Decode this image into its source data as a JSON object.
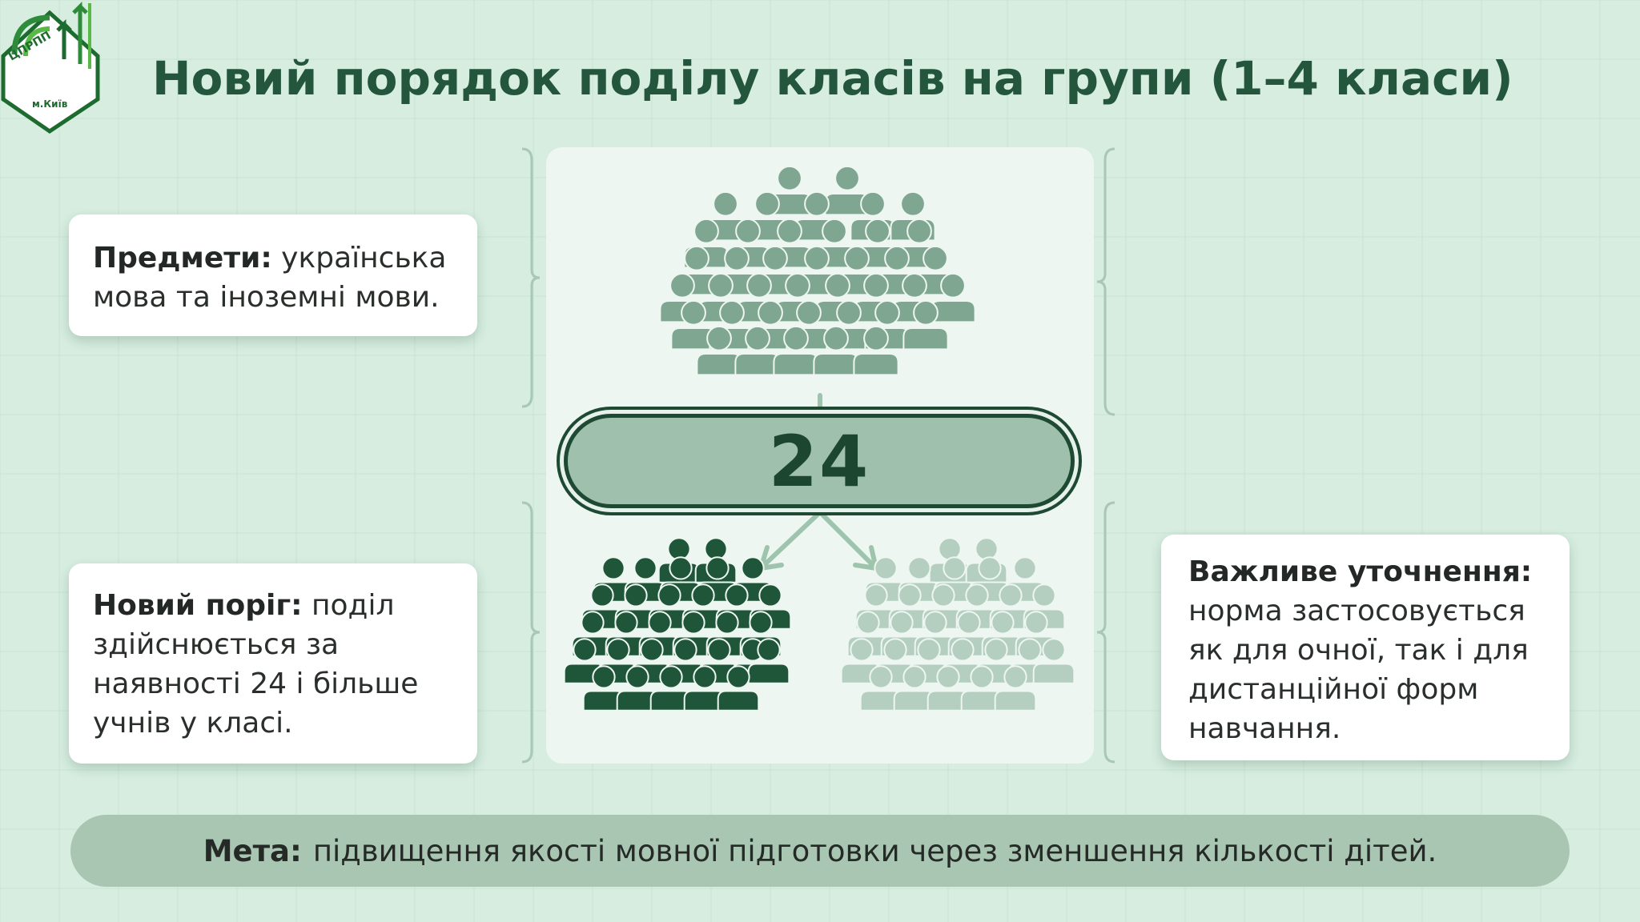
{
  "logo": {
    "top_text": "ЦПРПП",
    "bottom_text": "м.Київ"
  },
  "title": "Новий порядок поділу класів на групи (1–4 класи)",
  "subjects": {
    "label": "Предмети:",
    "line1": " українська",
    "line2": "мова та іноземні мови."
  },
  "threshold": {
    "label": "Новий поріг:",
    "line1": " поділ",
    "line2": "здійснюється за",
    "line3": "наявності 24 і більше",
    "line4": "учнів у класі."
  },
  "note": {
    "label": "Важливе уточнення:",
    "line1": "норма застосовується",
    "line2": "як для очної, так і для",
    "line3": "дистанційної форм",
    "line4": "навчання."
  },
  "threshold_number": "24",
  "goal": {
    "label": "Мета:",
    "text": "підвищення якості мовної підготовки через зменшення кількості дітей."
  },
  "colors": {
    "background": "#d6ede0",
    "title": "#24563d",
    "group_main": "#7fa690",
    "group_dark": "#1f5538",
    "group_light": "#b4cfbf",
    "pill": "#9fc0ac"
  },
  "icons": [
    "people-group-icon",
    "arrow-icon",
    "bracket-icon",
    "logo-emblem"
  ]
}
